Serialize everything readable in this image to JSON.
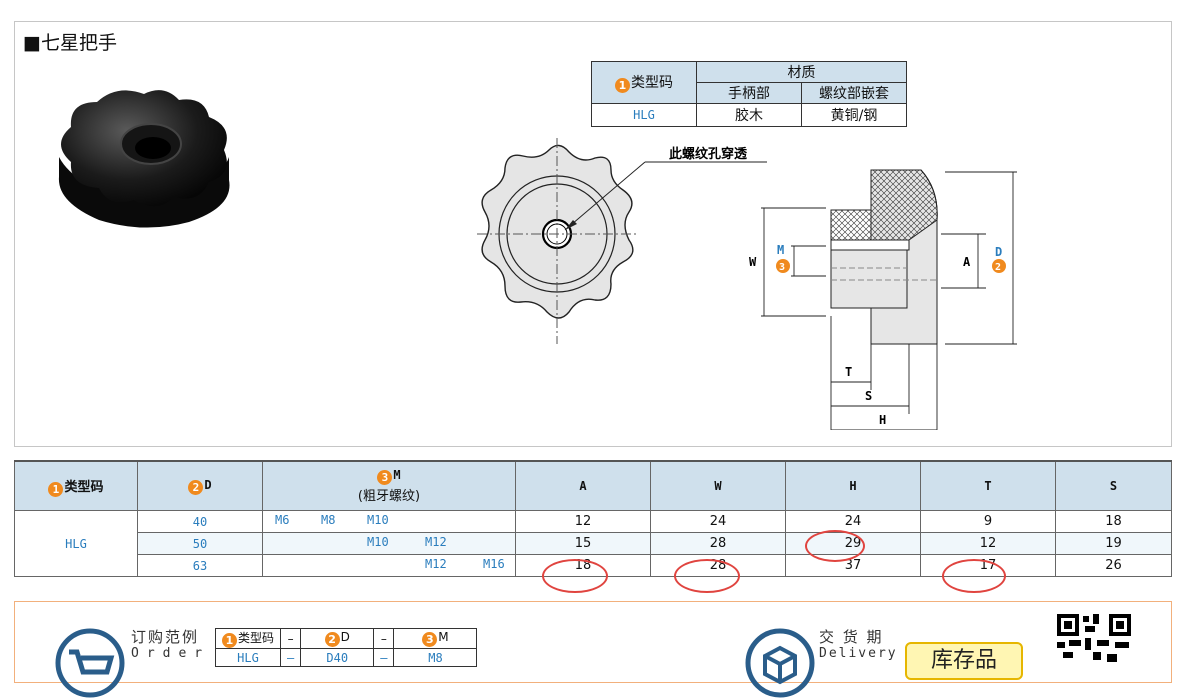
{
  "product_title": "■七星把手",
  "material_table": {
    "header_type": "类型码",
    "header_material": "材质",
    "header_handle": "手柄部",
    "header_insert": "螺纹部嵌套",
    "type": "HLG",
    "handle": "胶木",
    "insert": "黄铜/钢"
  },
  "badges": {
    "b1": "1",
    "b2": "2",
    "b3": "3"
  },
  "drawing": {
    "note": "此螺纹孔穿透",
    "labels": {
      "W": "W",
      "M": "M",
      "A": "A",
      "D": "D",
      "T": "T",
      "S": "S",
      "H": "H"
    }
  },
  "spec_table": {
    "headers": {
      "type": "类型码",
      "D": "D",
      "M": "M",
      "M_sub": "(粗牙螺纹)",
      "A": "A",
      "W": "W",
      "H": "H",
      "T": "T",
      "S": "S"
    },
    "type": "HLG",
    "rows": [
      {
        "D": "40",
        "M": [
          "M6",
          "M8",
          "M10"
        ],
        "A": "12",
        "W": "24",
        "H": "24",
        "T": "9",
        "S": "18"
      },
      {
        "D": "50",
        "M": [
          "M10",
          "M12"
        ],
        "A": "15",
        "W": "28",
        "H": "29",
        "T": "12",
        "S": "19"
      },
      {
        "D": "63",
        "M": [
          "M12",
          "M16"
        ],
        "A": "18",
        "W": "28",
        "H": "37",
        "T": "17",
        "S": "26"
      }
    ]
  },
  "order": {
    "title": "订购范例",
    "title_en": "Order",
    "table_headers": {
      "type": "类型码",
      "D": "D",
      "M": "M",
      "dash": "–"
    },
    "example": {
      "type": "HLG",
      "D": "D40",
      "M": "M8"
    },
    "delivery": "交 货 期",
    "delivery_en": "Delivery",
    "stock": "库存品"
  }
}
